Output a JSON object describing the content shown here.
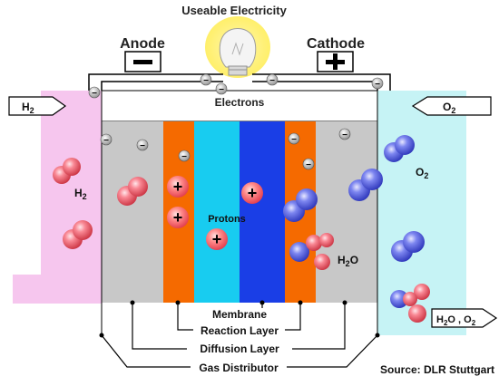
{
  "title": "Useable Electricity",
  "anode": {
    "label": "Anode",
    "sign": "−"
  },
  "cathode": {
    "label": "Cathode",
    "sign": "+"
  },
  "electrons_label": "Electrons",
  "h2_inlet": "H",
  "h2_inlet_sub": "2",
  "o2_inlet": "O",
  "o2_inlet_sub": "2",
  "h2_label": "H",
  "h2_label_sub": "2",
  "o2_label": "O",
  "o2_label_sub": "2",
  "protons_label": "Protons",
  "h2o_label": "H",
  "h2o_label_sub": "2",
  "h2o_label_tail": "O",
  "outlet": {
    "a": "H",
    "a_sub": "2",
    "b": "O , O",
    "b_sub": "2"
  },
  "layers": {
    "membrane": "Membrane",
    "reaction": "Reaction Layer",
    "diffusion": "Diffusion Layer",
    "gas": "Gas Distributor"
  },
  "source": "Source: DLR Stuttgart",
  "electron_sign": "−",
  "proton_sign": "+",
  "colors": {
    "anode_gas": "#f6c6ee",
    "cathode_gas": "#c6f3f5",
    "diffusion": "#c8c8c8",
    "reaction": "#f56a00",
    "electrolyte": "#18ccf0",
    "membrane": "#1a3ee6",
    "hydrogen": "#f25c6c",
    "oxygen": "#5060e6",
    "bulb_glow": "#fff28a"
  }
}
